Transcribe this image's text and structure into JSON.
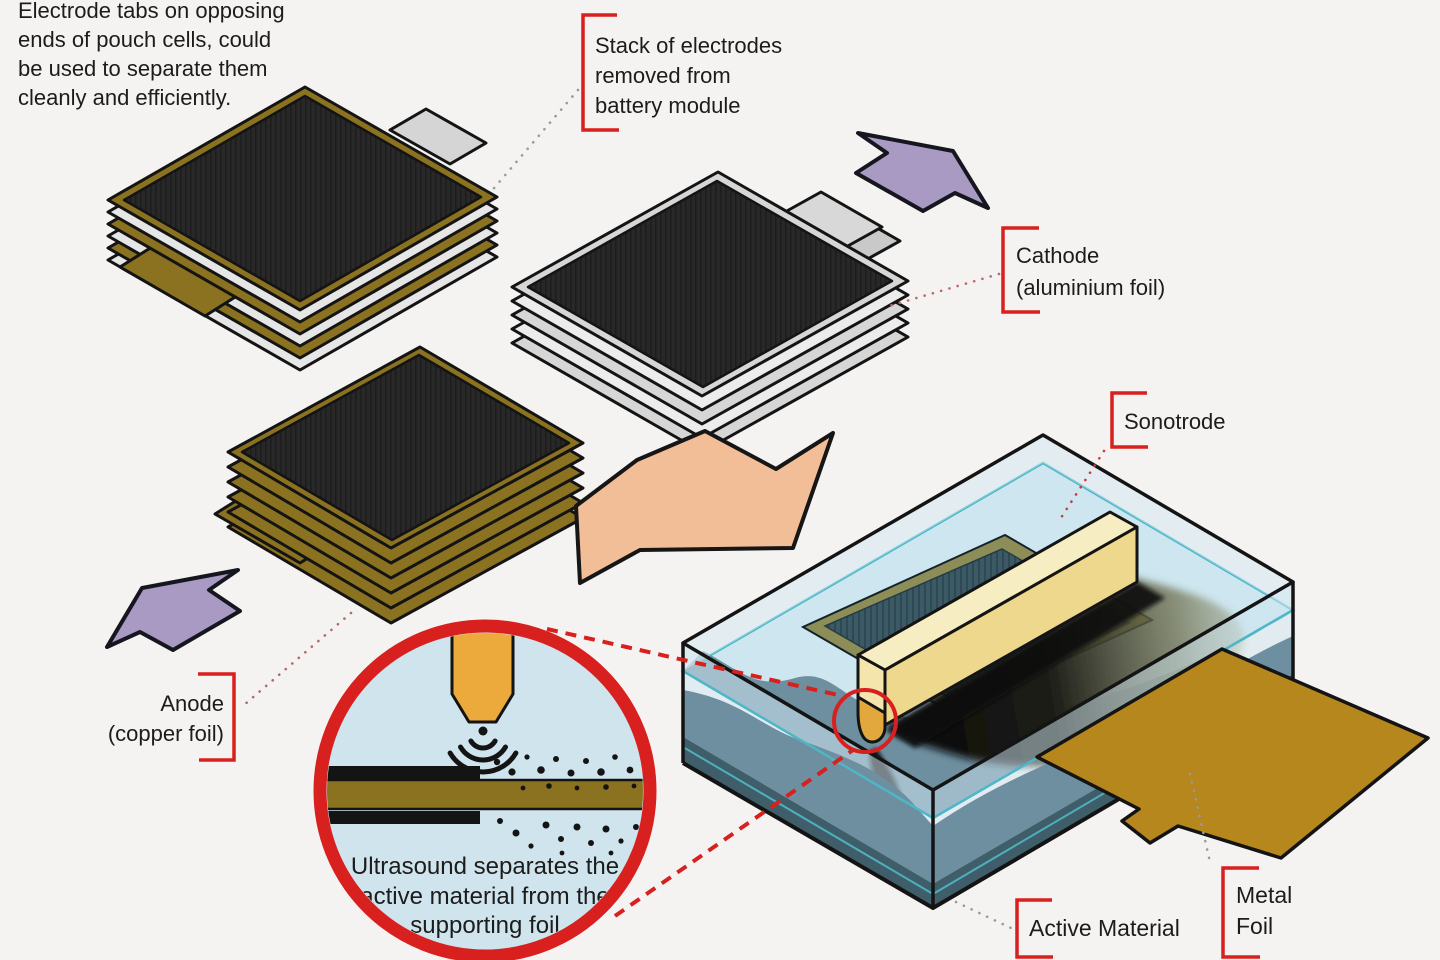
{
  "intro_note": {
    "lines": [
      "Electrode tabs on opposing",
      "ends of pouch cells, could",
      "be used to separate them",
      "cleanly and efficiently."
    ]
  },
  "callouts": {
    "stack": {
      "lines": [
        "Stack of electrodes",
        "removed from",
        "battery module"
      ]
    },
    "cathode": {
      "lines": [
        "Cathode",
        "(aluminium foil)"
      ]
    },
    "anode": {
      "lines": [
        "Anode",
        "(copper foil)"
      ]
    },
    "sonotrode": {
      "label": "Sonotrode"
    },
    "active_material": {
      "label": "Active Material"
    },
    "metal_foil": {
      "lines": [
        "Metal",
        "Foil"
      ]
    }
  },
  "inset": {
    "caption_lines": [
      "Ultrasound separates the",
      "active material from the",
      "supporting foil"
    ]
  },
  "colors": {
    "background": "#f4f3f1",
    "accent_red": "#d8201f",
    "copper_foil_brown": "#8a7220",
    "aluminium_foil_gray": "#d6d6d6",
    "active_material_black": "#262626",
    "metal_foil_gold": "#b5871c",
    "water_light": "#cde6ef",
    "water_murky": "#6d8fa0",
    "water_band_dark": "#3f5e6a",
    "waterline_cyan": "#4db7c7",
    "sonotrode_cream": "#f7edc2",
    "sonotrode_tip_orange": "#e2a83d",
    "arrow_purple": "#a89ac2",
    "arrow_orange": "#f2be97"
  }
}
